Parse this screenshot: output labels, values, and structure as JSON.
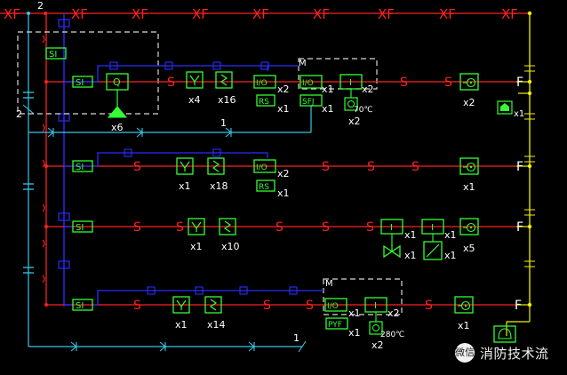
{
  "colors": {
    "red": "#ff2020",
    "blue": "#2a2cff",
    "cyan": "#37c6e6",
    "green": "#33ff33",
    "yellow": "#f2f200",
    "white": "#ffffff",
    "dash": "#d8d8d8"
  },
  "top_bus": {
    "label": "XF",
    "left_label": "XF",
    "corner_mark": "2"
  },
  "codes": {
    "si": "SI",
    "q": "Q",
    "io": "I/O",
    "rs": "RS",
    "sfj": "SFJ",
    "pyf": "PYF",
    "i": "I",
    "m": "M",
    "s": "S",
    "f": "F"
  },
  "labels": {
    "x1": "x1",
    "x2": "x2",
    "x4": "x4",
    "x5": "x5",
    "x6": "x6",
    "x10": "x10",
    "x14": "x14",
    "x16": "x16",
    "x18": "x18",
    "t70": "70℃",
    "t280": "280℃",
    "one": "1",
    "two": "2"
  },
  "watermark": {
    "icon": "微信",
    "text": "消防技术流"
  }
}
